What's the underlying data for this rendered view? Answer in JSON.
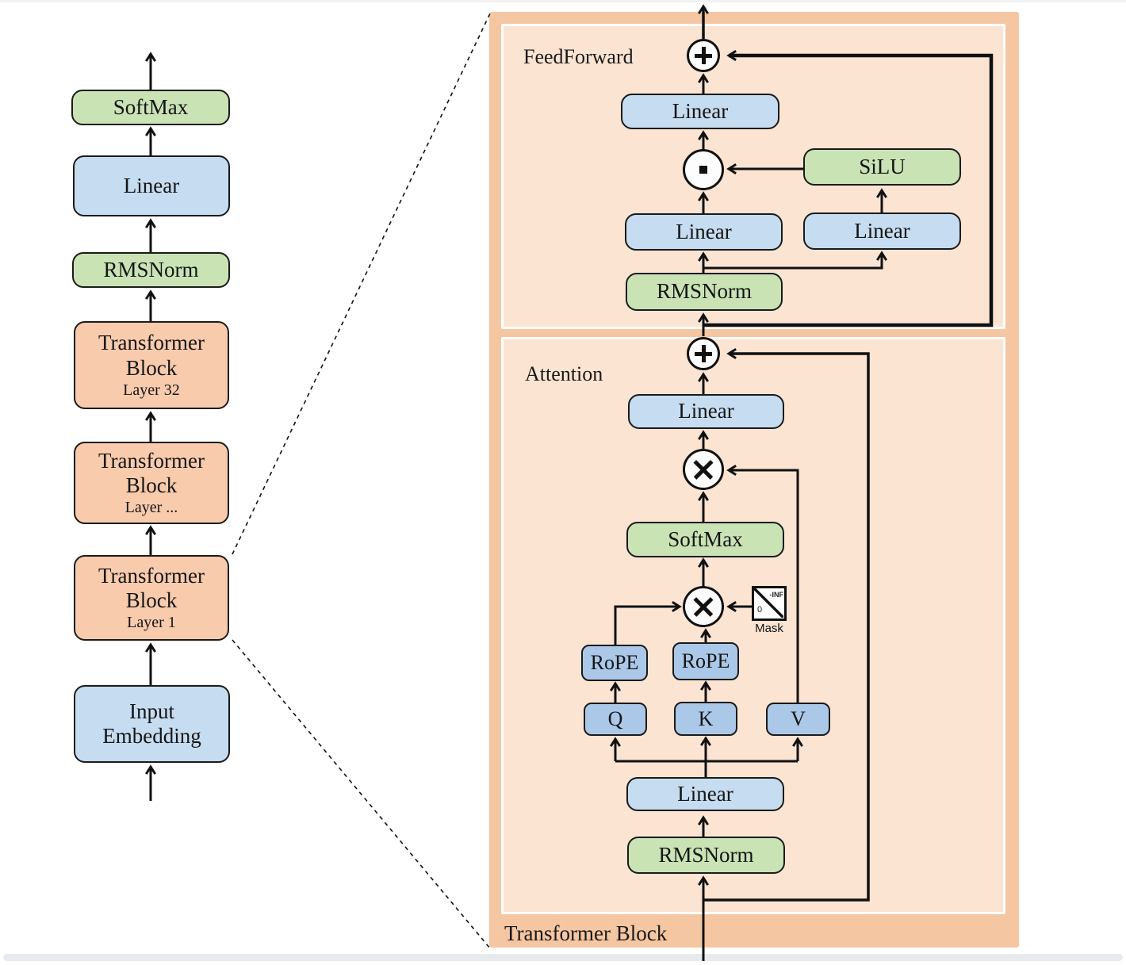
{
  "left_column": {
    "softmax": {
      "label": "SoftMax"
    },
    "linear": {
      "label": "Linear"
    },
    "rmsnorm": {
      "label": "RMSNorm"
    },
    "tb_top": {
      "line1": "Transformer",
      "line2": "Block",
      "line3": "Layer 32"
    },
    "tb_mid": {
      "line1": "Transformer",
      "line2": "Block",
      "line3": "Layer ..."
    },
    "tb_bottom": {
      "line1": "Transformer",
      "line2": "Block",
      "line3": "Layer 1"
    },
    "input_embedding": {
      "line1": "Input",
      "line2": "Embedding"
    }
  },
  "panel": {
    "feedforward_label": "FeedForward",
    "attention_label": "Attention",
    "transformer_block_label": "Transformer Block",
    "feedforward": {
      "linear_top": "Linear",
      "silu": "SiLU",
      "linear_left": "Linear",
      "linear_right": "Linear",
      "rmsnorm": "RMSNorm"
    },
    "attention": {
      "linear_out": "Linear",
      "softmax": "SoftMax",
      "rope_q": "RoPE",
      "rope_k": "RoPE",
      "q": "Q",
      "k": "K",
      "v": "V",
      "linear_in": "Linear",
      "rmsnorm": "RMSNorm",
      "mask": {
        "label": "Mask",
        "inf": "-INF",
        "zero": "0"
      }
    }
  },
  "icons": {
    "add": "plus-circle",
    "matmul": "multiply-circle",
    "elementwise_product": "dot-circle",
    "mask": "diagonal-mask-square"
  },
  "colors": {
    "green_block": "#c9e3b5",
    "blue_block": "#c6dcf0",
    "blue_qkv_block": "#abc8e8",
    "orange_block": "#f8cbad",
    "panel_outer": "#f5c6a2",
    "panel_inner": "#fbe4d2",
    "line": "#111111"
  }
}
